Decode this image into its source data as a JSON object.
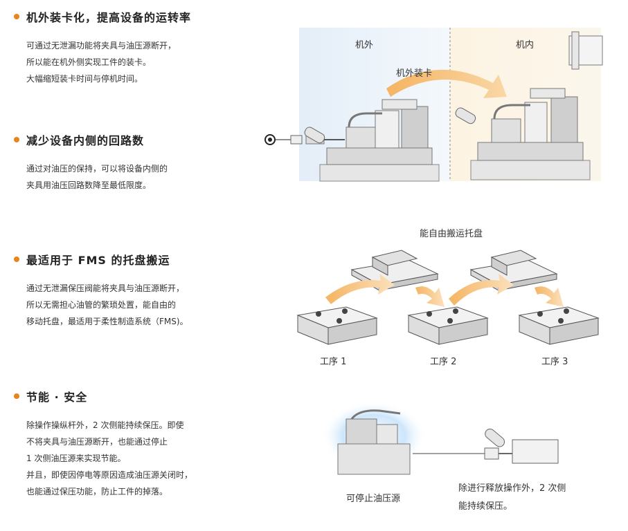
{
  "sections": [
    {
      "title": "机外装卡化，提高设备的运转率",
      "lines": [
        "可通过无泄漏功能将夹具与油压源断开，",
        "所以能在机外侧实现工件的装卡。",
        "大幅缩短装卡时间与停机时间。"
      ]
    },
    {
      "title": "减少设备内侧的回路数",
      "lines": [
        "通过对油压的保持，可以将设备内侧的",
        "夹具用油压回路数降至最低限度。"
      ]
    },
    {
      "title": "最适用于 FMS 的托盘搬运",
      "lines": [
        "通过无泄漏保压阀能将夹具与油压源断开，",
        "所以无需担心油管的繁琐处置，能自由的",
        "移动托盘，最适用于柔性制造系统（FMS)。"
      ]
    },
    {
      "title": "节能 · 安全",
      "lines": [
        "除操作操纵杆外，2 次侧能持续保压。即使",
        "不将夹具与油压源断开，也能通过停止",
        "1 次侧油压源来实现节能。",
        "并且，即使因停电等原因造成油压源关闭时，",
        "也能通过保压功能，防止工件的掉落。"
      ]
    }
  ],
  "fig1": {
    "outside": "机外",
    "inside": "机内",
    "arrow_label": "机外装卡"
  },
  "fig2": {
    "title": "能自由搬运托盘",
    "steps": [
      "工序 1",
      "工序 2",
      "工序 3"
    ]
  },
  "fig3": {
    "pump_label": "可停止油压源",
    "note_lines": [
      "除进行释放操作外，2 次侧",
      "能持续保压。"
    ]
  }
}
